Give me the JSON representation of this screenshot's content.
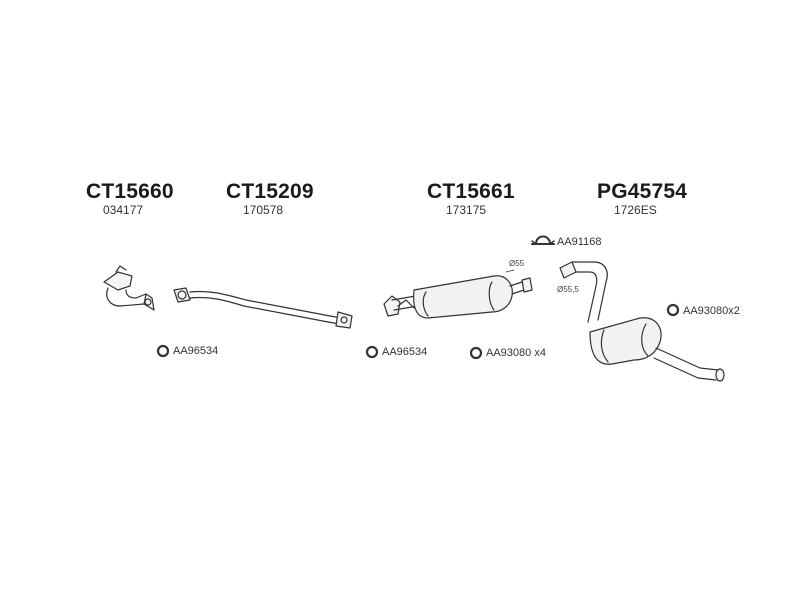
{
  "parts": [
    {
      "code": "CT15660",
      "ref": "034177"
    },
    {
      "code": "CT15209",
      "ref": "170578"
    },
    {
      "code": "CT15661",
      "ref": "173175"
    },
    {
      "code": "PG45754",
      "ref": "1726ES"
    }
  ],
  "accessories": {
    "clamp_1": "AA91168",
    "ring_1": "AA96534",
    "ring_2": "AA96534",
    "ring_3": "AA93080 x4",
    "ring_4": "AA93080x2"
  },
  "dimensions": {
    "d1": "Ø55",
    "d2": "Ø55,5"
  }
}
